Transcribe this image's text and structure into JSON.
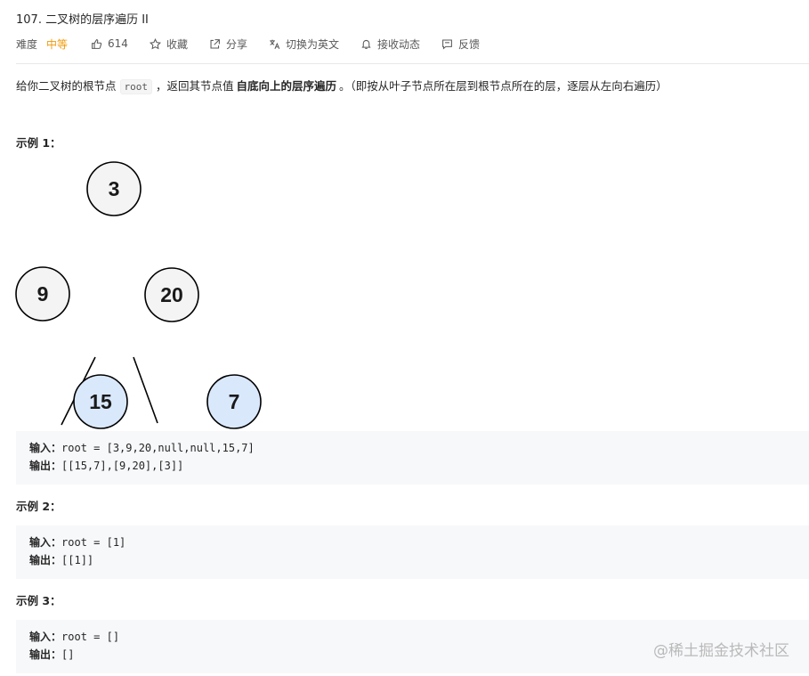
{
  "problem": {
    "title": "107. 二叉树的层序遍历 II",
    "difficulty_label": "难度",
    "difficulty": "中等",
    "likes": "614",
    "actions": {
      "favorite": "收藏",
      "share": "分享",
      "switch_lang": "切换为英文",
      "subscribe": "接收动态",
      "feedback": "反馈"
    },
    "description": {
      "part1": "给你二叉树的根节点",
      "code": "root",
      "part2": "，返回其节点值",
      "bold": "自底向上的层序遍历",
      "part3": "。（即按从叶子节点所在层到根节点所在的层，逐层从左向右遍历）"
    }
  },
  "examples": [
    {
      "title": "示例 1：",
      "input_label": "输入：",
      "input": "root = [3,9,20,null,null,15,7]",
      "output_label": "输出：",
      "output": "[[15,7],[9,20],[3]]"
    },
    {
      "title": "示例 2：",
      "input_label": "输入：",
      "input": "root = [1]",
      "output_label": "输出：",
      "output": "[[1]]"
    },
    {
      "title": "示例 3：",
      "input_label": "输入：",
      "input": "root = []",
      "output_label": "输出：",
      "output": "[]"
    }
  ],
  "tree": {
    "nodes": [
      {
        "value": "3",
        "level": 0,
        "highlighted": false
      },
      {
        "value": "9",
        "level": 1,
        "highlighted": false
      },
      {
        "value": "20",
        "level": 1,
        "highlighted": false
      },
      {
        "value": "15",
        "level": 2,
        "highlighted": true
      },
      {
        "value": "7",
        "level": 2,
        "highlighted": true
      }
    ],
    "colors": {
      "normal": "#f4f4f4",
      "highlighted": "#dae8fc",
      "stroke": "#000000"
    }
  },
  "watermark": "@稀土掘金技术社区"
}
